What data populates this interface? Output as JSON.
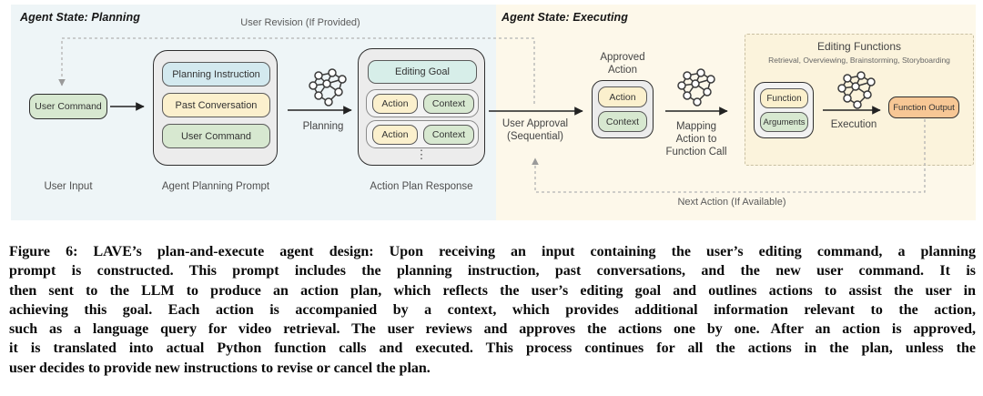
{
  "colors": {
    "panel_planning_bg": "#eef5f7",
    "panel_executing_bg": "#fdf8ea",
    "editing_functions_bg": "#fbf3dc",
    "pill_blue": "#d3e9ef",
    "pill_yellow": "#fbf0cd",
    "pill_green": "#d7e8d0",
    "pill_teal": "#d7eee9",
    "pill_orange": "#f7c795",
    "container_grey": "#ececec"
  },
  "planning": {
    "state_title": "Agent State: Planning",
    "revision_label": "User Revision (If Provided)",
    "user_command": "User Command",
    "user_input_label": "User Input",
    "prompt_items": [
      "Planning Instruction",
      "Past Conversation",
      "User Command"
    ],
    "prompt_label": "Agent Planning Prompt",
    "planning_arrow_label": "Planning",
    "response": {
      "goal": "Editing Goal",
      "rows": [
        {
          "action": "Action",
          "context": "Context"
        },
        {
          "action": "Action",
          "context": "Context"
        }
      ],
      "ellipsis": "⋮",
      "label": "Action Plan Response"
    }
  },
  "executing": {
    "state_title": "Agent State: Executing",
    "approval_label_1": "User Approval",
    "approval_label_2": "(Sequential)",
    "approved_action": {
      "title_1": "Approved",
      "title_2": "Action",
      "action": "Action",
      "context": "Context"
    },
    "mapping_label_1": "Mapping",
    "mapping_label_2": "Action to",
    "mapping_label_3": "Function Call",
    "editing_functions": {
      "title": "Editing Functions",
      "subtitle": "Retrieval, Overviewing, Brainstorming, Storyboarding",
      "function": "Function",
      "arguments": "Arguments",
      "execution_label": "Execution",
      "output": "Function Output"
    },
    "next_action_label": "Next Action (If Available)"
  },
  "caption": {
    "lines": [
      "Figure 6: LAVE’s plan-and-execute agent design: Upon receiving an input containing the user’s editing command, a planning",
      "prompt is constructed. This prompt includes the planning instruction, past conversations, and the new user command. It is",
      "then sent to the LLM to produce an action plan, which reflects the user’s editing goal and outlines actions to assist the user in",
      "achieving this goal. Each action is accompanied by a context, which provides additional information relevant to the action,",
      "such as a language query for video retrieval. The user reviews and approves the actions one by one. After an action is approved,",
      "it is translated into actual Python function calls and executed. This process continues for all the actions in the plan, unless the",
      "user decides to provide new instructions to revise or cancel the plan."
    ]
  }
}
